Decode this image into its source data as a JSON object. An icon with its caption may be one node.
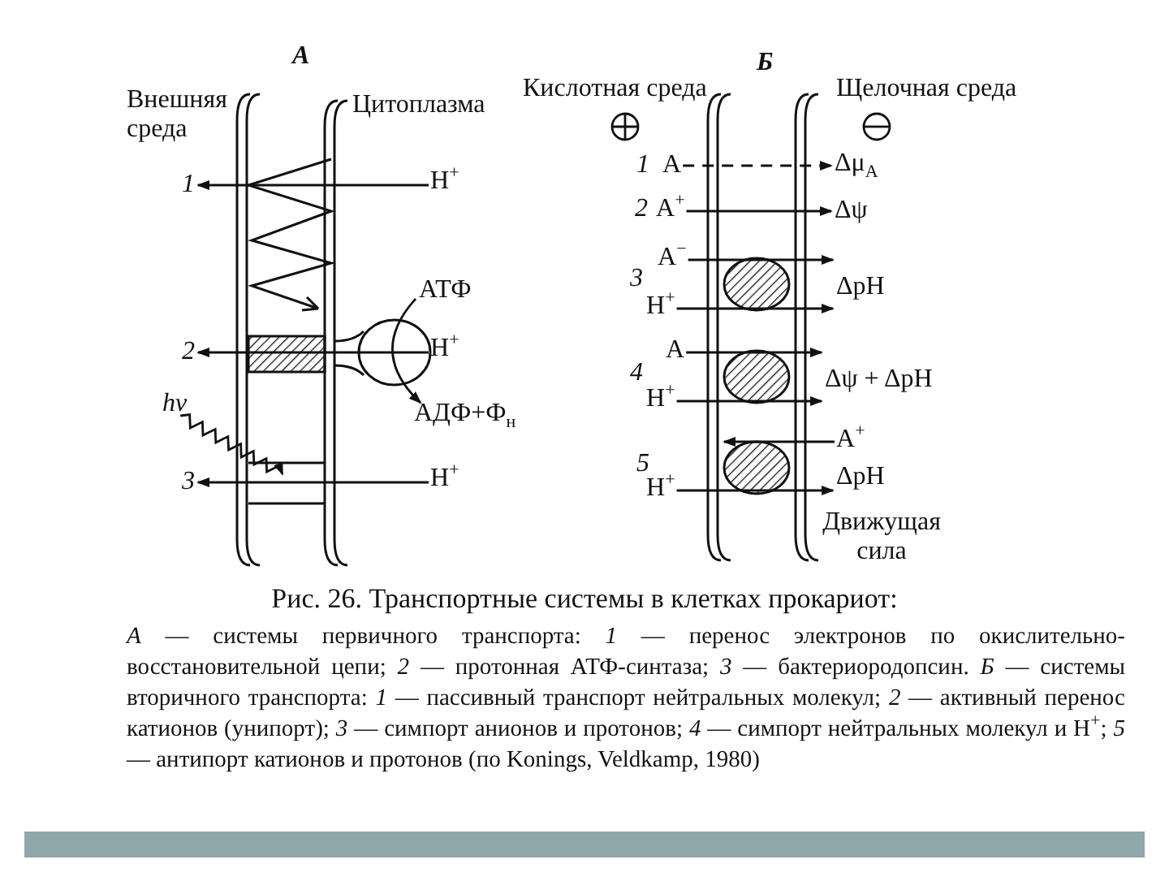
{
  "diagram": {
    "caption": "Рис. 26. Транспортные системы в клетках прокариот:",
    "nodes": [
      {
        "text": [
          "1"
        ]
      },
      {
        "text": [
          "H$^{+}$"
        ]
      },
      {
        "text": [
          "2"
        ]
      },
      {
        "text": [
          "H$^{+}$"
        ]
      },
      {
        "text": [
          "АТФ"
        ]
      },
      {
        "text": [
          "АДФ+Ф$_{н}$"
        ]
      },
      {
        "text": [
          "hν"
        ]
      },
      {
        "text": [
          "3"
        ]
      },
      {
        "text": [
          "H$^{+}$"
        ]
      },
      {
        "text": [
          "A"
        ]
      },
      {
        "text": [
          "Δμ$_{A}$"
        ]
      },
      {
        "text": [
          "A$^{+}$"
        ]
      },
      {
        "text": [
          "Δψ"
        ]
      },
      {
        "text": [
          "A$^{−}$"
        ]
      },
      {
        "text": [
          "H$^{+}$"
        ]
      },
      {
        "text": [
          "A"
        ]
      },
      {
        "text": [
          "H$^{+}$"
        ]
      },
      {
        "text": [
          "A$^{+}$"
        ]
      },
      {
        "text": [
          "H$^{+}$"
        ]
      },
      {
        "text": [
          "ΔpH"
        ]
      },
      {
        "text": [
          "Δψ + ΔpH"
        ]
      },
      {
        "text": [
          "ΔpH"
        ]
      }
    ],
    "edges": [
      {
        "from": 1,
        "to": 0,
        "arrow": "to"
      },
      {
        "from": 3,
        "to": 2,
        "arrow": "to"
      },
      {
        "from": 4,
        "to": 5,
        "arrow": "to"
      },
      {
        "from": 6,
        "to": null,
        "arrow": "to"
      },
      {
        "from": 8,
        "to": 7,
        "arrow": "to"
      },
      {
        "from": 9,
        "to": 10,
        "arrow": "to",
        "style": "dashed"
      },
      {
        "from": 11,
        "to": 12,
        "arrow": "to"
      },
      {
        "from": 13,
        "to": 19,
        "arrow": "to"
      },
      {
        "from": 14,
        "to": 19,
        "arrow": "to"
      },
      {
        "from": 15,
        "to": 20,
        "arrow": "to"
      },
      {
        "from": 16,
        "to": 20,
        "arrow": "to"
      },
      {
        "from": 17,
        "to": null,
        "arrow": "to"
      },
      {
        "from": 18,
        "to": 21,
        "arrow": "to"
      }
    ],
    "labels": [
      "А",
      "Внешняя среда",
      "Цитоплазма",
      "Б",
      "Кислотная среда",
      "Щелочная среда",
      "1",
      "2",
      "3",
      "4",
      "5",
      "Движущая сила",
      "*А* — системы первичного транспорта: *1* — перенос электронов по окислительно-восстановительной цепи; *2* — протонная АТФ-синтаза; *3* — бактериородопсин. *Б* — системы вторичного транспорта: *1* — пассивный транспорт нейтральных молекул; *2* — активный перенос катионов (унипорт); *3* — симпорт анионов и протонов; *4* — симпорт нейтральных молекул и H$^{+}$; *5* — антипорт катионов и протонов (по Konings, Veldkamp, 1980)"
    ]
  }
}
